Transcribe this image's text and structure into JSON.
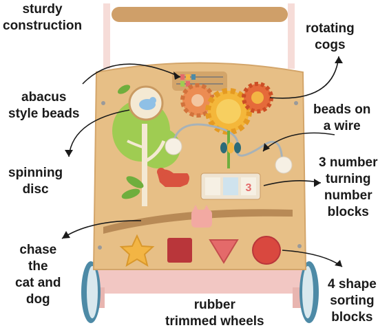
{
  "labels": {
    "sturdy_construction": [
      "sturdy",
      "construction"
    ],
    "rotating_cogs": [
      "rotating",
      "cogs"
    ],
    "abacus_style_beads": [
      "abacus",
      "style beads"
    ],
    "beads_on_a_wire": [
      "beads on",
      "a wire"
    ],
    "spinning_disc": [
      "spinning",
      "disc"
    ],
    "number_blocks": [
      "3 number",
      "turning",
      "number",
      "blocks"
    ],
    "chase_cat_dog": [
      "chase",
      "the",
      "cat and",
      "dog"
    ],
    "shape_sorting_blocks": [
      "4 shape",
      "sorting",
      "blocks"
    ],
    "rubber_wheels": [
      "rubber",
      "trimmed wheels"
    ]
  },
  "number_block_digit": "3",
  "colors": {
    "wood": "#e7bf86",
    "wood_edge": "#d3a56a",
    "handle": "#cf9f69",
    "frame_pink": "#f2c7c3",
    "tree_green": "#9fcc52",
    "leaf_dark": "#6fae3d",
    "sun_yellow": "#f4b73a",
    "cog_orange": "#ec8c52",
    "shape_red": "#b9363a",
    "triangle_pink": "#e46a6a",
    "star_yellow": "#f3b544",
    "wheel_blue": "#4d8aa6",
    "text": "#1a1a1a"
  }
}
